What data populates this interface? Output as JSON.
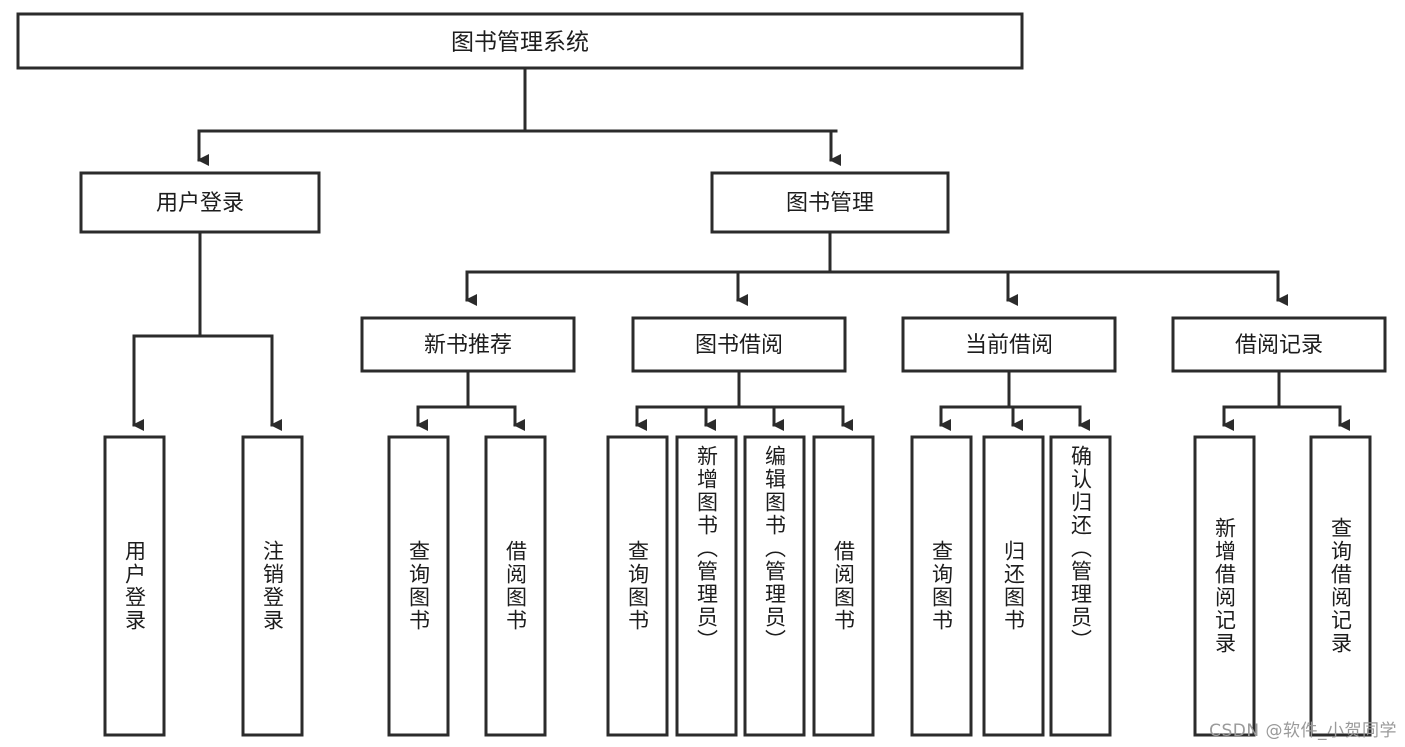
{
  "diagram": {
    "title": "图书管理系统",
    "watermark": "CSDN @软件_小贺同学",
    "root": {
      "label": "图书管理系统"
    },
    "level2": [
      {
        "label": "用户登录"
      },
      {
        "label": "图书管理"
      }
    ],
    "level3": [
      {
        "label": "新书推荐"
      },
      {
        "label": "图书借阅"
      },
      {
        "label": "当前借阅"
      },
      {
        "label": "借阅记录"
      }
    ],
    "leaves": {
      "user_login": [
        {
          "label": "用户登录"
        },
        {
          "label": "注销登录"
        }
      ],
      "new_book_recommend": [
        {
          "label": "查询图书"
        },
        {
          "label": "借阅图书"
        }
      ],
      "book_borrow": [
        {
          "label": "查询图书"
        },
        {
          "label": "新增图书（管理员）"
        },
        {
          "label": "编辑图书（管理员）"
        },
        {
          "label": "借阅图书"
        }
      ],
      "current_borrow": [
        {
          "label": "查询图书"
        },
        {
          "label": "归还图书"
        },
        {
          "label": "确认归还（管理员）"
        }
      ],
      "borrow_record": [
        {
          "label": "新增借阅记录"
        },
        {
          "label": "查询借阅记录"
        }
      ]
    }
  },
  "colors": {
    "stroke": "#2b2b2b",
    "fill": "#ffffff",
    "text": "#1d1d1d",
    "watermark": "#9a9a9a"
  }
}
